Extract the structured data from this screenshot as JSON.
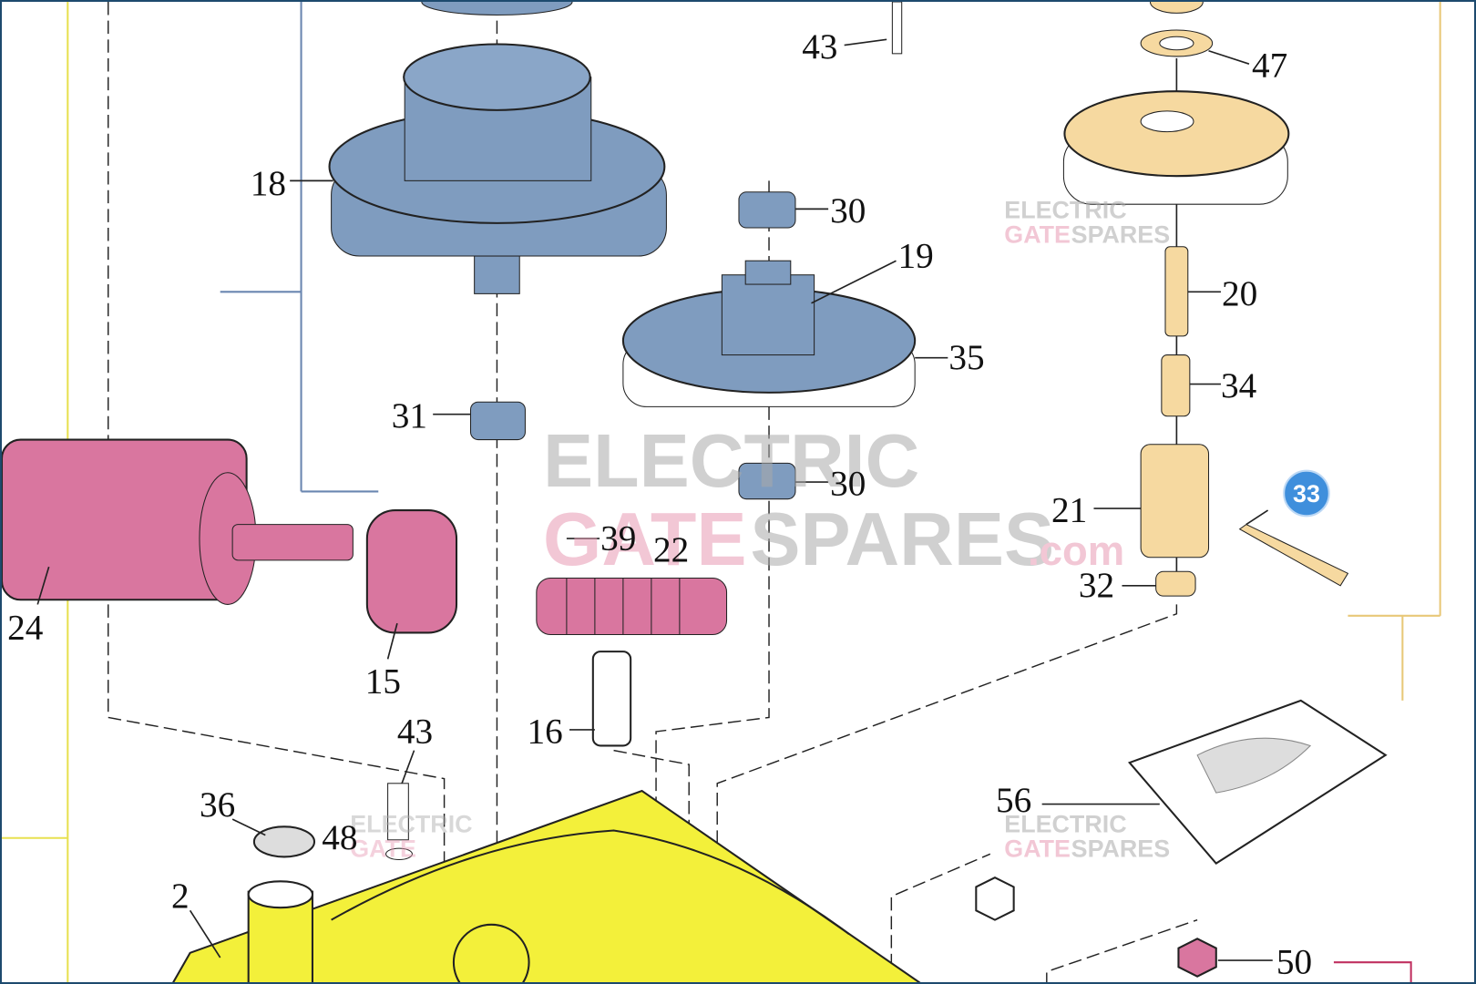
{
  "diagram": {
    "labels": [
      "43",
      "47",
      "18",
      "30",
      "19",
      "20",
      "35",
      "34",
      "31",
      "30",
      "21",
      "39",
      "22",
      "32",
      "24",
      "15",
      "16",
      "43",
      "56",
      "36",
      "48",
      "2",
      "50"
    ],
    "highlighted_part": "33",
    "watermark": {
      "line1": "ELECTRIC",
      "line2a": "GATE",
      "line2b": "SPARES",
      "suffix": ".com"
    },
    "colors": {
      "blue_parts": "#7f9cbf",
      "pink_parts": "#d9769f",
      "tan_parts": "#f6d9a0",
      "yellow_base": "#f3f03a",
      "badge": "#3f8fdc",
      "border": "#1d4a6e"
    }
  }
}
